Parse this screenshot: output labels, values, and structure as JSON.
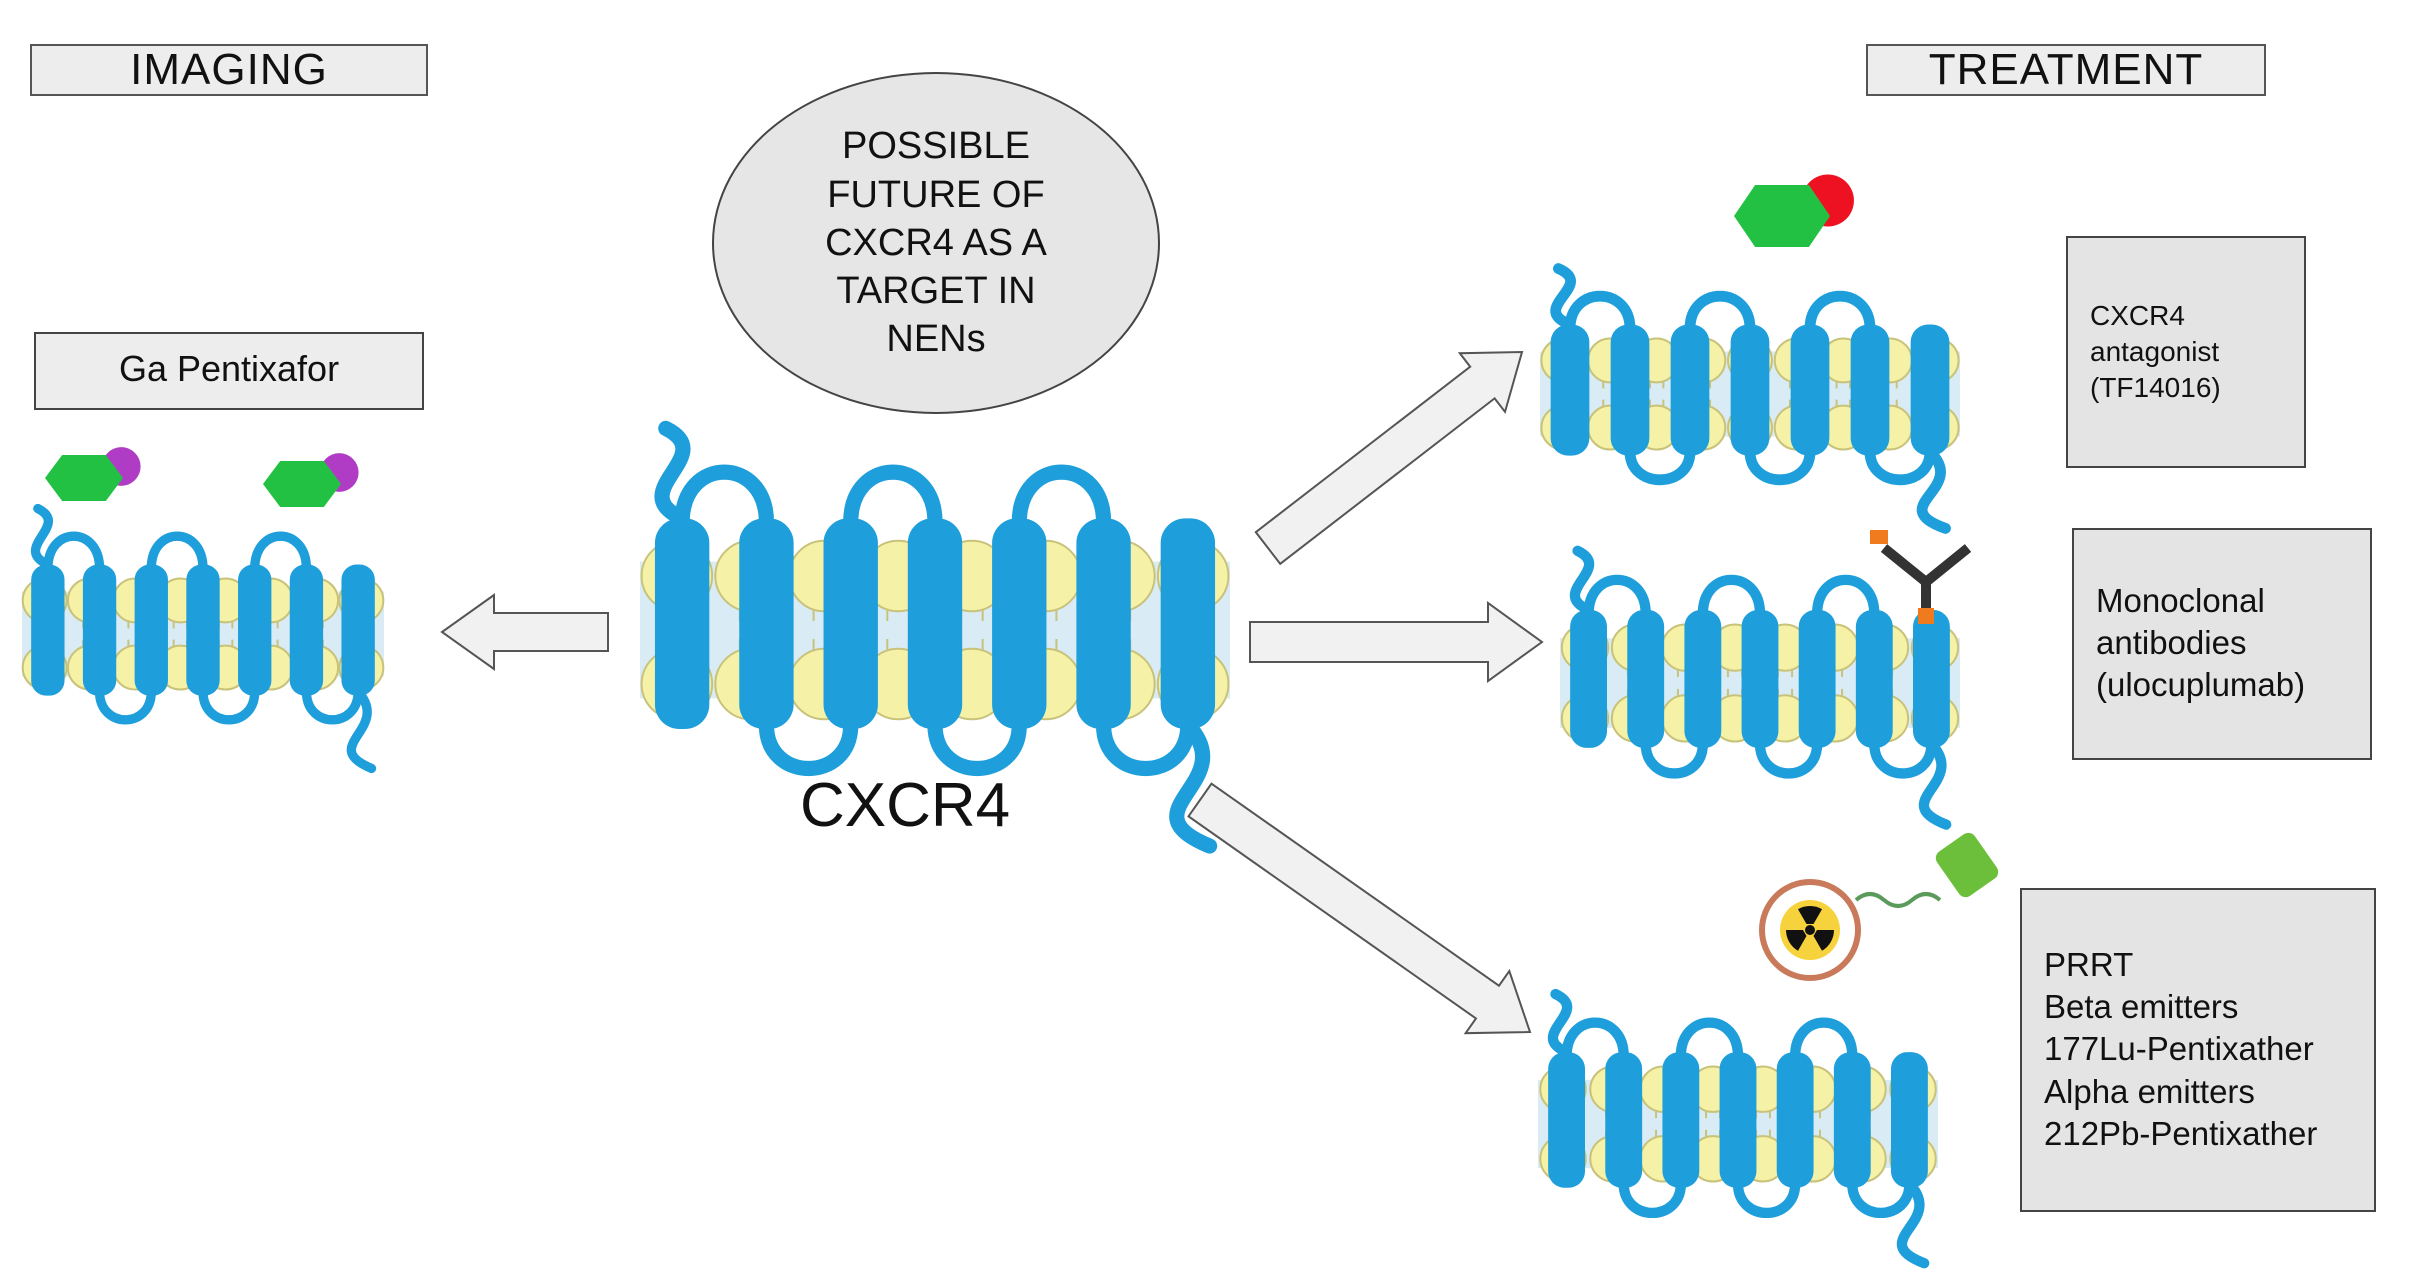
{
  "headers": {
    "imaging": "IMAGING",
    "treatment": "TREATMENT"
  },
  "center": {
    "oval_text": "POSSIBLE FUTURE OF CXCR4 AS A TARGET IN NENs",
    "receptor_label": "CXCR4"
  },
  "imaging": {
    "agent_label": "Ga Pentixafor"
  },
  "treatment": {
    "antagonist": {
      "lines": [
        "CXCR4",
        "antagonist",
        "(TF14016)"
      ]
    },
    "antibodies": {
      "lines": [
        "Monoclonal",
        "antibodies",
        "(ulocuplumab)"
      ]
    },
    "prrt": {
      "lines": [
        "PRRT",
        "Beta emitters",
        "177Lu-Pentixather",
        "Alpha emitters",
        "212Pb-Pentixather"
      ]
    }
  },
  "colors": {
    "receptor": "#1e9fdc",
    "lipid_head": "#f5f2a8",
    "lipid_edge": "#c9c27a",
    "membrane_core": "#d9ecf6",
    "ligand_green": "#23c143",
    "ligand_purple": "#b03cc6",
    "ligand_red": "#ee1122",
    "arrow_fill": "#f1f1f1",
    "arrow_stroke": "#555555"
  }
}
